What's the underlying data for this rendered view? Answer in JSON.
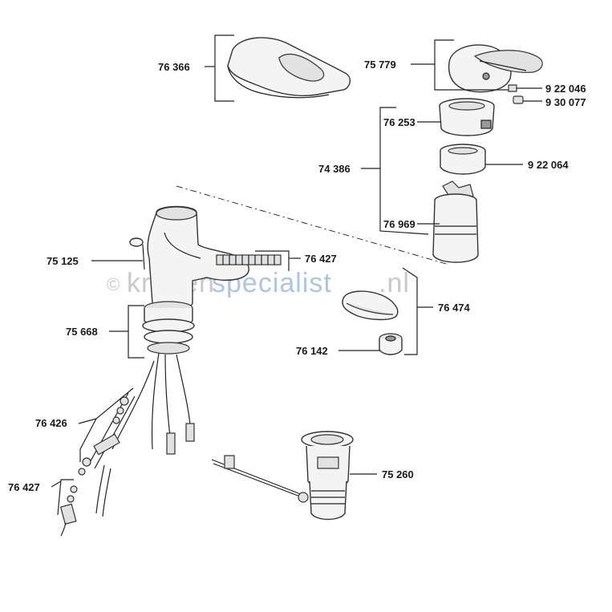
{
  "watermark": {
    "copyright": "©",
    "part1": "kranen",
    "part2": "specialist",
    "part3": ".nl"
  },
  "labels": {
    "p76366": "76 366",
    "p75779": "75 779",
    "p922046": "9 22 046",
    "p930077": "9 30 077",
    "p76253": "76 253",
    "p74386": "74 386",
    "p922064": "9 22 064",
    "p76969": "76 969",
    "p75125": "75 125",
    "p76427a": "76 427",
    "p75668": "75 668",
    "p76474": "76 474",
    "p76142": "76 142",
    "p76426": "76 426",
    "p75260": "75 260",
    "p76427b": "76 427"
  }
}
